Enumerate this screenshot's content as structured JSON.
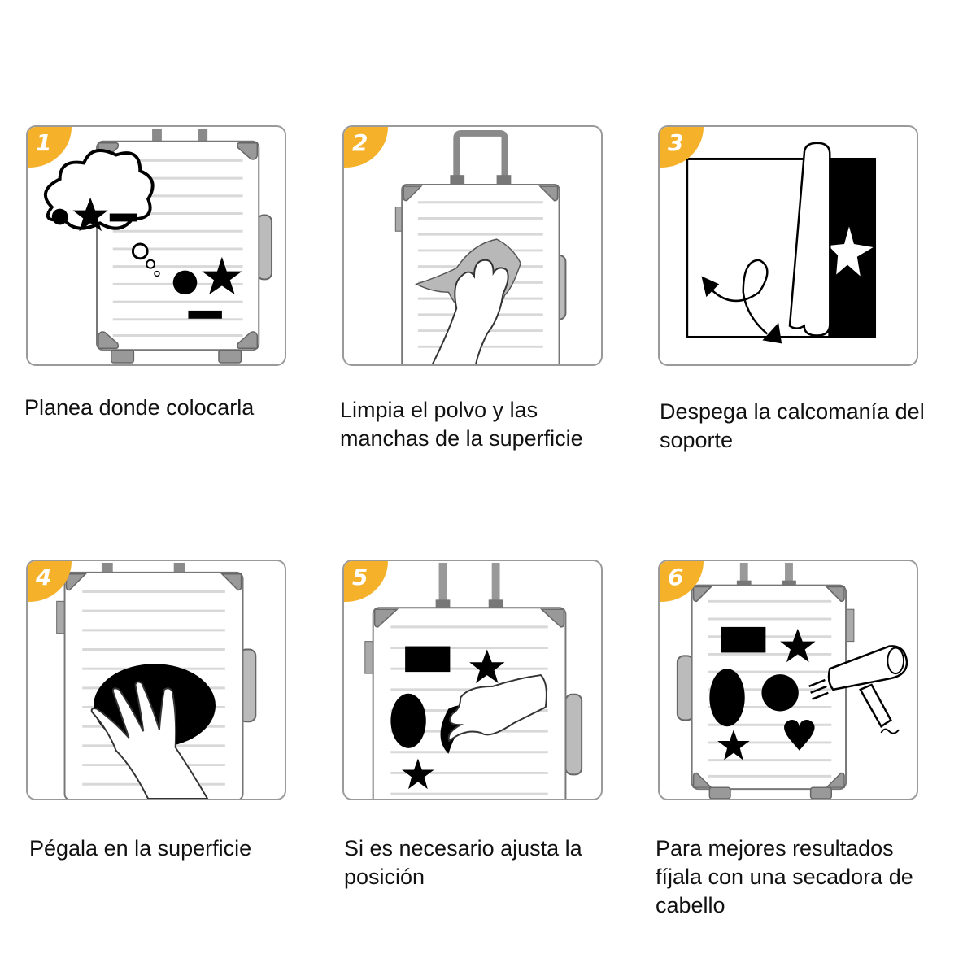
{
  "steps": [
    {
      "number": "1",
      "caption": "Planea donde colocarla",
      "illustration": "suitcase-thought-bubble"
    },
    {
      "number": "2",
      "caption": "Limpia el polvo y las manchas de la superficie",
      "illustration": "hand-wiping-suitcase"
    },
    {
      "number": "3",
      "caption": "Despega la calcomanía del soporte",
      "illustration": "peeling-sticker"
    },
    {
      "number": "4",
      "caption": "Pégala en la superficie",
      "illustration": "hand-pressing-sticker"
    },
    {
      "number": "5",
      "caption": "Si es necesario ajusta la posición",
      "illustration": "hand-adjusting-sticker"
    },
    {
      "number": "6",
      "caption": "Para mejores resultados fíjala con una secadora de cabello",
      "illustration": "hair-dryer-on-suitcase"
    }
  ],
  "colors": {
    "badge": "#f5b12a",
    "frame": "#9a9a9a",
    "metal": "#8a8a8a",
    "stripe": "#d8d8d8",
    "ink": "#000000"
  }
}
